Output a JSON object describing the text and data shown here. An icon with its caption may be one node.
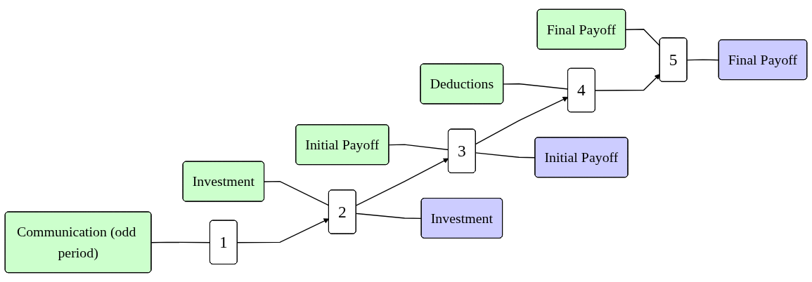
{
  "diagram": {
    "nodes": [
      {
        "text": [
          "Communication (odd period)"
        ]
      },
      {
        "text": [
          "Investment"
        ]
      },
      {
        "text": [
          "Initial Payoff"
        ]
      },
      {
        "text": [
          "Deductions"
        ]
      },
      {
        "text": [
          "Final Payoff"
        ]
      },
      {
        "text": [
          "1"
        ]
      },
      {
        "text": [
          "2"
        ]
      },
      {
        "text": [
          "3"
        ]
      },
      {
        "text": [
          "4"
        ]
      },
      {
        "text": [
          "5"
        ]
      },
      {
        "text": [
          "Investment"
        ]
      },
      {
        "text": [
          "Initial Payoff"
        ]
      },
      {
        "text": [
          "Final Payoff"
        ]
      }
    ],
    "edges": [
      {
        "from": 5,
        "to": 6,
        "arrow": "to"
      },
      {
        "from": 6,
        "to": 7,
        "arrow": "to"
      },
      {
        "from": 7,
        "to": 8,
        "arrow": "to"
      },
      {
        "from": 8,
        "to": 9,
        "arrow": "to"
      },
      {
        "from": 0,
        "to": 5,
        "arrow": "none"
      },
      {
        "from": 1,
        "to": 6,
        "arrow": "none"
      },
      {
        "from": 6,
        "to": 10,
        "arrow": "none"
      },
      {
        "from": 2,
        "to": 7,
        "arrow": "none"
      },
      {
        "from": 7,
        "to": 11,
        "arrow": "none"
      },
      {
        "from": 3,
        "to": 8,
        "arrow": "none"
      },
      {
        "from": 4,
        "to": 9,
        "arrow": "none"
      },
      {
        "from": 9,
        "to": 12,
        "arrow": "none"
      }
    ]
  }
}
